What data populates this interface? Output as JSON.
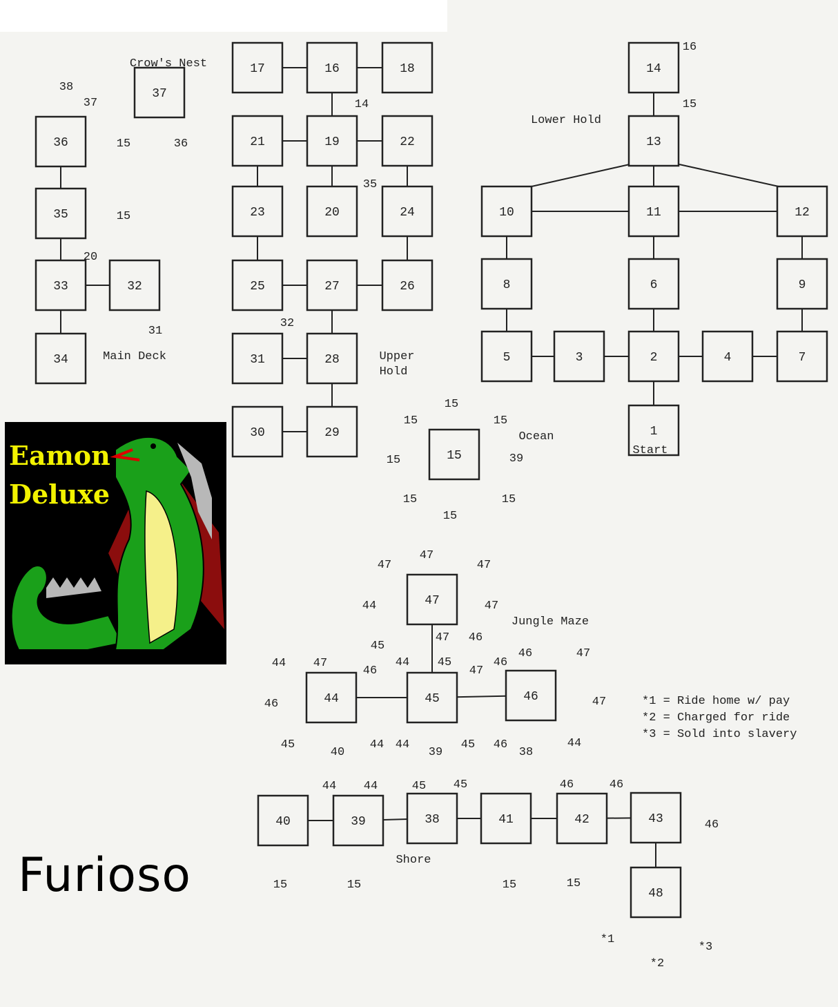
{
  "title": "Furioso",
  "logo": {
    "line1": "Eamon",
    "line2": "Deluxe"
  },
  "areas": [
    {
      "id": "crows-nest",
      "label": "Crow's Nest"
    },
    {
      "id": "lower-hold",
      "label": "Lower Hold"
    },
    {
      "id": "main-deck",
      "label": "Main Deck"
    },
    {
      "id": "upper-hold-1",
      "label": "Upper"
    },
    {
      "id": "upper-hold-2",
      "label": "Hold"
    },
    {
      "id": "ocean",
      "label": "Ocean"
    },
    {
      "id": "jungle-maze",
      "label": "Jungle Maze"
    },
    {
      "id": "shore",
      "label": "Shore"
    },
    {
      "id": "start",
      "label": "Start"
    }
  ],
  "rooms": [
    "1",
    "2",
    "3",
    "4",
    "5",
    "6",
    "7",
    "8",
    "9",
    "10",
    "11",
    "12",
    "13",
    "14",
    "15",
    "16",
    "17",
    "18",
    "19",
    "20",
    "21",
    "22",
    "23",
    "24",
    "25",
    "26",
    "27",
    "28",
    "29",
    "30",
    "31",
    "32",
    "33",
    "34",
    "35",
    "36",
    "37",
    "38",
    "39",
    "40",
    "41",
    "42",
    "43",
    "44",
    "45",
    "46",
    "47",
    "48"
  ],
  "exits": [
    "38",
    "37",
    "36",
    "15",
    "15",
    "20",
    "31",
    "16",
    "14",
    "15",
    "35",
    "32",
    "15",
    "15",
    "15",
    "15",
    "39",
    "15",
    "15",
    "15",
    "47",
    "47",
    "47",
    "44",
    "47",
    "45",
    "47",
    "46",
    "44",
    "47",
    "46",
    "44",
    "45",
    "47",
    "46",
    "46",
    "47",
    "46",
    "47",
    "45",
    "40",
    "44",
    "44",
    "39",
    "45",
    "46",
    "38",
    "44",
    "44",
    "44",
    "45",
    "45",
    "46",
    "46",
    "46",
    "15",
    "15",
    "15",
    "15",
    "*1",
    "*2",
    "*3"
  ],
  "legend": [
    "*1 = Ride home w/ pay",
    "*2 = Charged for ride",
    "*3 = Sold into slavery"
  ],
  "colors": {
    "ink": "#222222",
    "paper": "#f4f4f1",
    "logo_bg": "#000000",
    "logo_text": "#f2f200",
    "dragon_green": "#1aa01a",
    "dragon_belly": "#f5f08a",
    "wing": "#8b0d0d"
  }
}
